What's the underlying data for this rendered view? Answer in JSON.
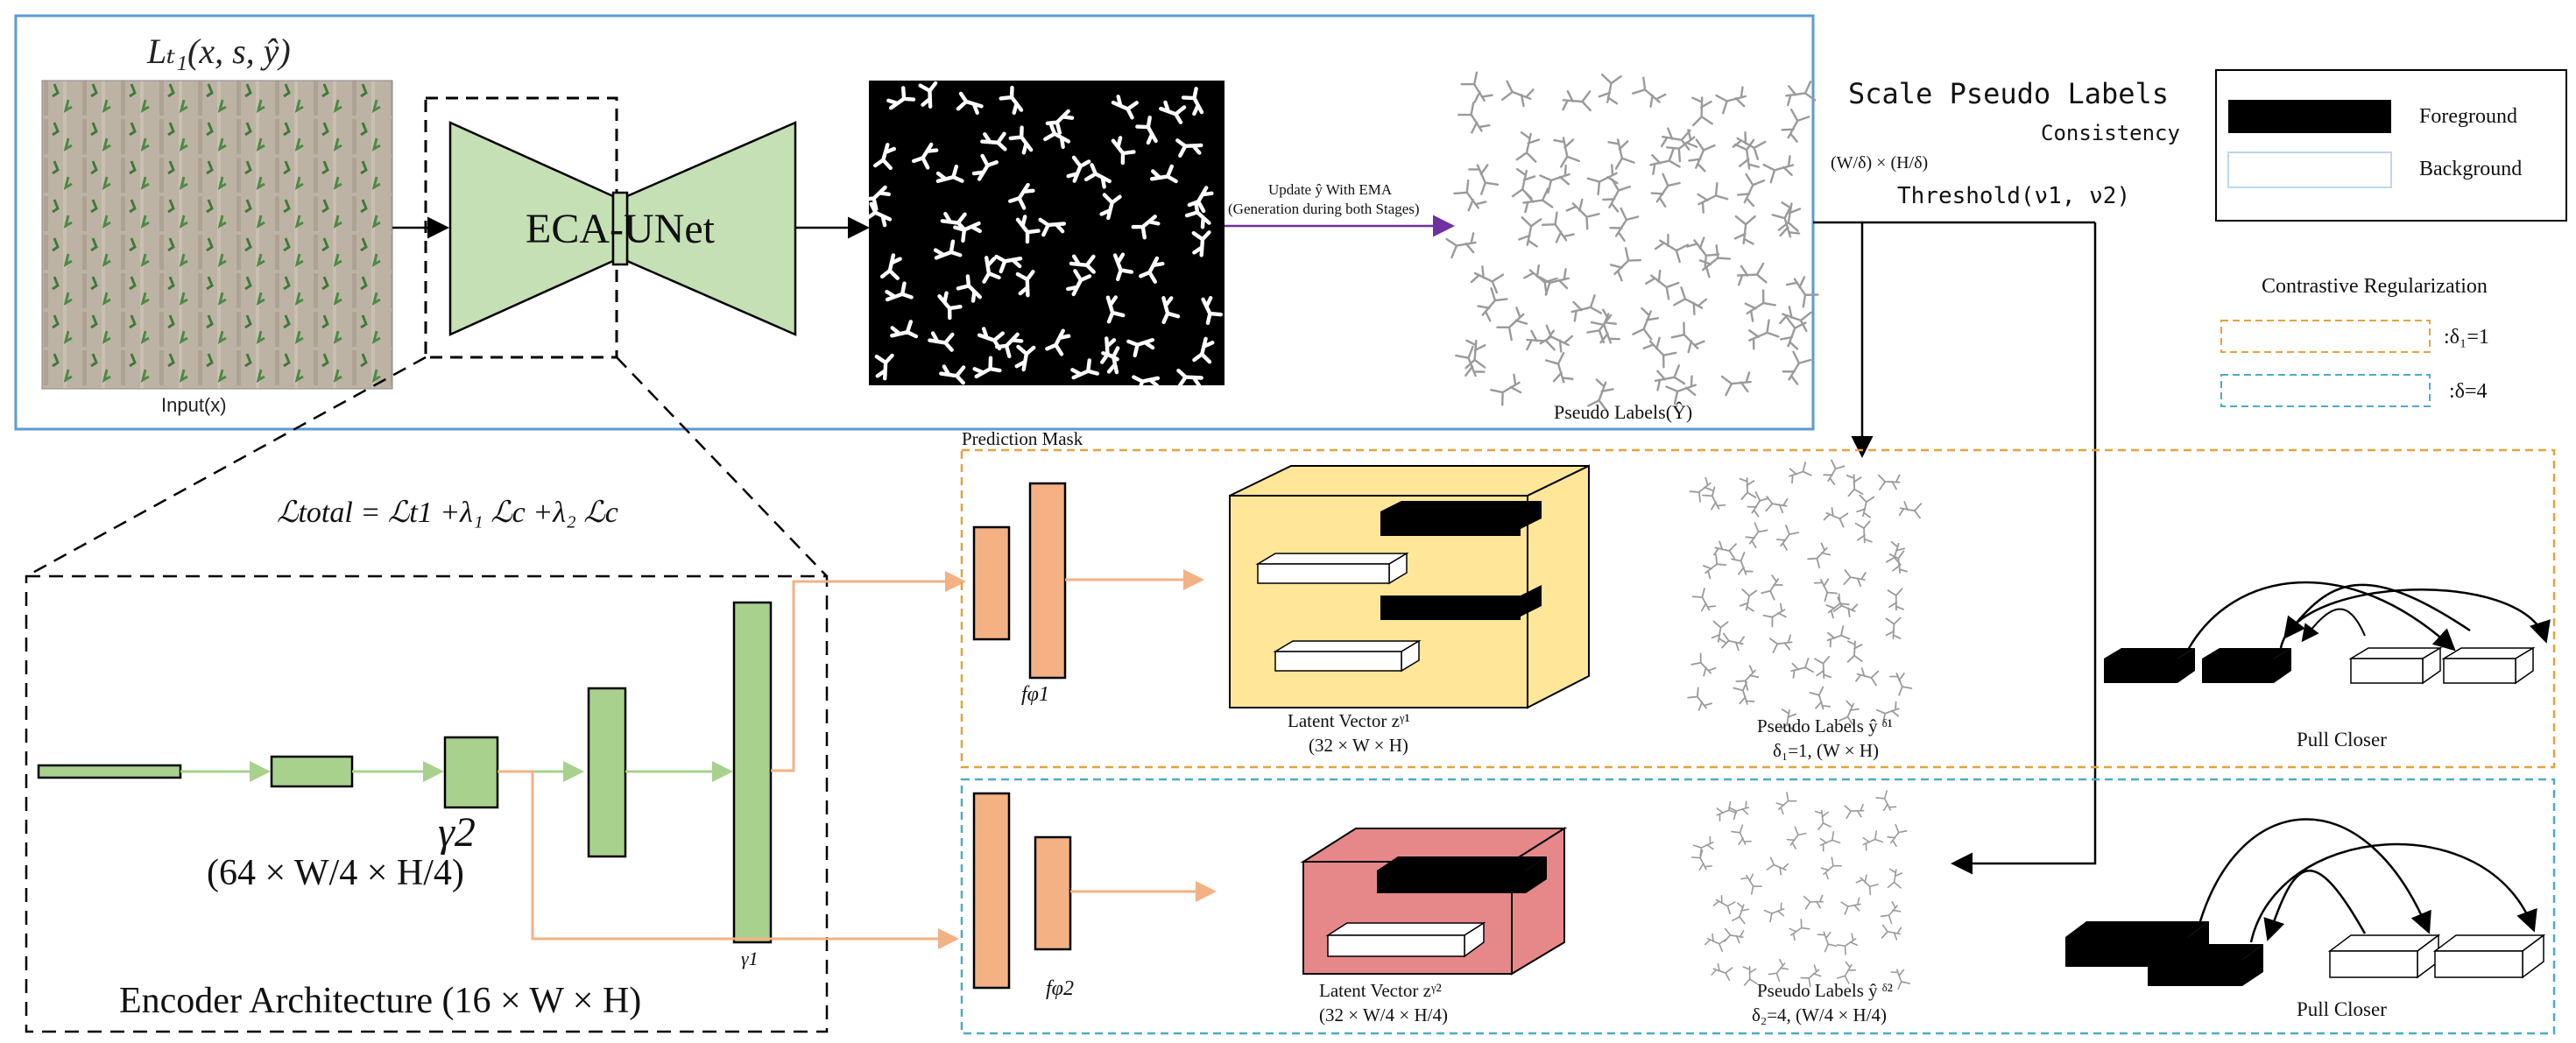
{
  "top_loss_label": "Lₜ₁(x, s, ŷ)",
  "input_label": "Input(x)",
  "model_label": "ECA-UNet",
  "ema_line1": "Update ŷ With EMA",
  "ema_line2": "(Generation during both Stages)",
  "pseudo_labels_top": "Pseudo Labels(Ŷ)",
  "scale_title": "Scale Pseudo Labels",
  "scale_subtitle": "Consistency",
  "scale_dims": "(W/δ) × (H/δ)",
  "threshold": "Threshold(ν1,  ν2)",
  "legend": {
    "foreground": "Foreground",
    "background": "Background"
  },
  "contrastive": {
    "title": "Contrastive Regularization",
    "delta1": ":δ₁=1",
    "delta2": ":δ=4"
  },
  "prediction_mask": "Prediction Mask",
  "total_loss": "ℒtotal = ℒt1 +λ₁ ℒc +λ₂ ℒc",
  "encoder": {
    "title": "Encoder Architecture  (16 × W × H)",
    "gamma2": "γ2",
    "gamma2_dims": "(64 × W/4 × H/4)",
    "gamma1": "γ1"
  },
  "branch1": {
    "proj": "fφ1",
    "latent": "Latent Vector zᵞ¹",
    "latent_dims": "(32 × W × H)",
    "pseudo": "Pseudo Labels ŷ ᵟ¹",
    "pseudo_dims": "δ₁=1, (W × H)",
    "pull": "Pull Closer"
  },
  "branch2": {
    "proj": "fφ2",
    "latent": "Latent Vector zᵞ²",
    "latent_dims": "(32 × W/4 × H/4)",
    "pseudo": "Pseudo Labels ŷ ᵟ²",
    "pseudo_dims": "δ₂=4, (W/4 × H/4)",
    "pull": "Pull Closer"
  },
  "colors": {
    "top_frame": "#5b9bd5",
    "orange_frame": "#e6a23c",
    "teal_frame": "#4bacc6",
    "green_block": "#a9d18e",
    "unet_green": "#c5e0b4",
    "orange_block": "#f4b183",
    "yellow_cube": "#ffe699",
    "red_cube": "#e6888a",
    "ema_arrow": "#7030a0",
    "green_arrow": "#a9d18e",
    "orange_arrow": "#f4b183"
  }
}
